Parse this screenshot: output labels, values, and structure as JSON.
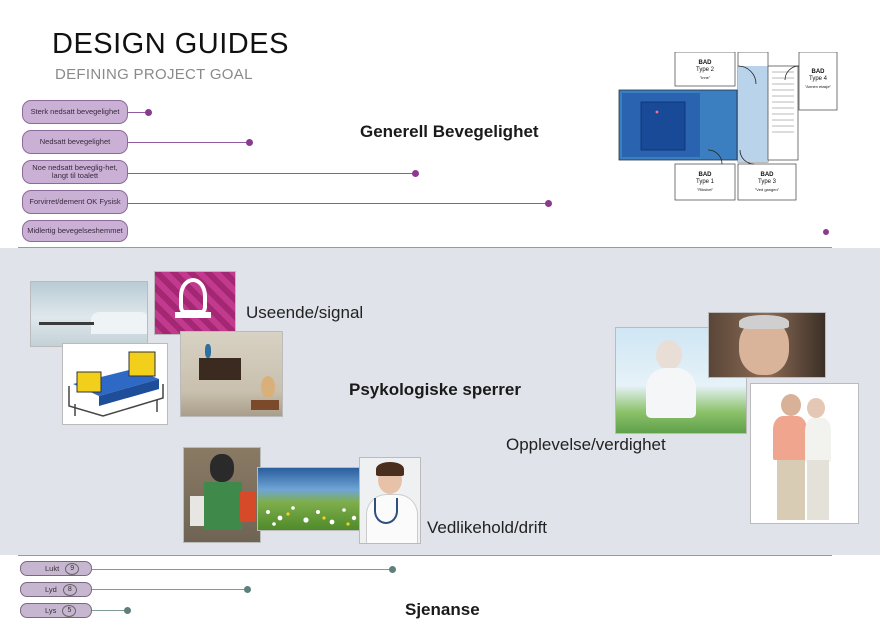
{
  "header": {
    "title": "DESIGN GUIDES",
    "subtitle": "DEFINING PROJECT GOAL"
  },
  "mobility": {
    "heading": "Generell Bevegelighet",
    "levels": [
      {
        "label": "Sterk nedsatt bevegelighet"
      },
      {
        "label": "Nedsatt bevegelighet"
      },
      {
        "label": "Noe nedsatt beveglig-het, langt til toalett"
      },
      {
        "label": "Forvirret/dement OK Fysisk"
      },
      {
        "label": "Midlertig bevegelseshemmet"
      }
    ]
  },
  "floorplan": {
    "rooms": [
      {
        "name": "BAD",
        "type": "Type 2",
        "note": "\"Inne\""
      },
      {
        "name": "BAD",
        "type": "Type 4",
        "note": "\"Annen etasje\""
      },
      {
        "name": "BAD",
        "type": "Type 1",
        "note": "\"Rikshet\""
      },
      {
        "name": "BAD",
        "type": "Type 3",
        "note": "\"Ved gangen\""
      }
    ]
  },
  "psych": {
    "heading": "Psykologiske sperrer",
    "labels": {
      "signal": "Useende/signal",
      "experience": "Opplevelse/verdighet",
      "maintenance": "Vedlikehold/drift"
    }
  },
  "disturbance": {
    "heading": "Sjenanse",
    "items": [
      {
        "label": "Lukt",
        "value": "9"
      },
      {
        "label": "Lyd",
        "value": "8"
      },
      {
        "label": "Lys",
        "value": "5"
      }
    ]
  }
}
